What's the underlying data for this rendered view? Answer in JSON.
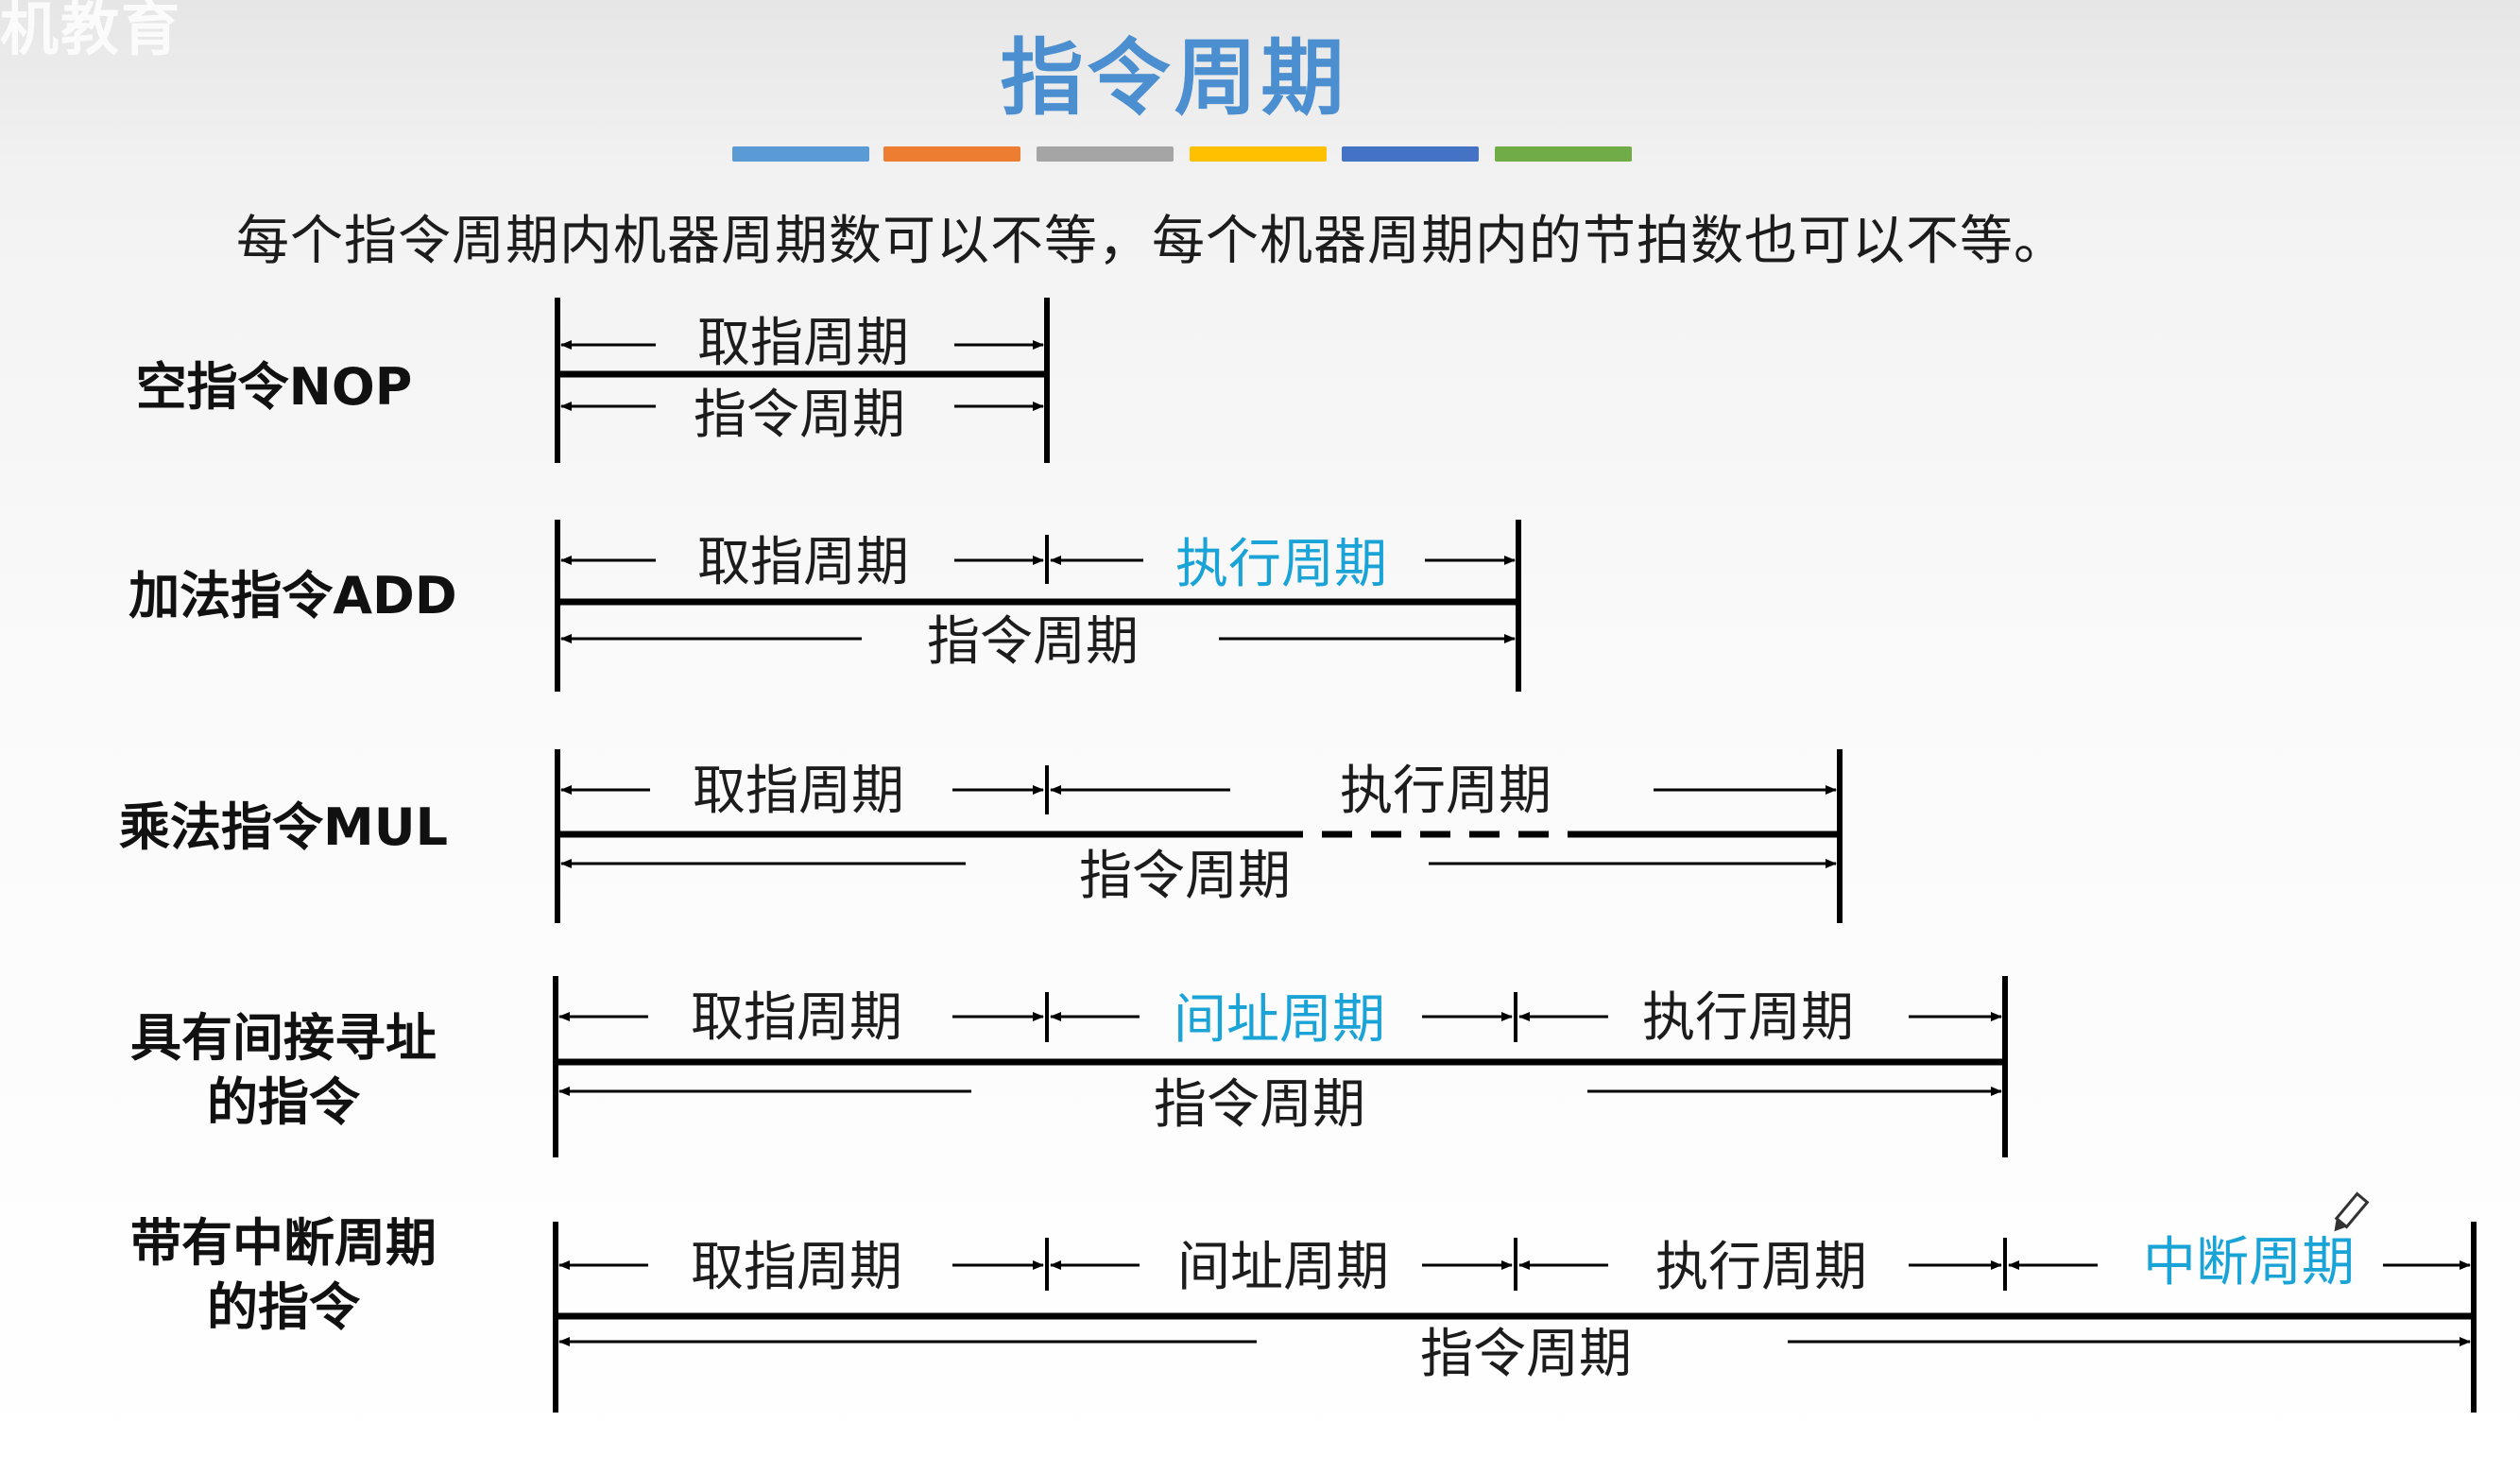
{
  "watermark": "机教育",
  "title": "指令周期",
  "accent_bars": [
    "#5b9bd5",
    "#ed7d31",
    "#a5a5a5",
    "#ffc000",
    "#4472c4",
    "#70ad47"
  ],
  "subtitle": "每个指令周期内机器周期数可以不等，每个机器周期内的节拍数也可以不等。",
  "rows": [
    {
      "label": "空指令NOP",
      "segments": [
        "取指周期"
      ],
      "total": "指令周期"
    },
    {
      "label": "加法指令ADD",
      "segments": [
        "取指周期",
        "执行周期"
      ],
      "total": "指令周期"
    },
    {
      "label": "乘法指令MUL",
      "segments": [
        "取指周期",
        "执行周期"
      ],
      "total": "指令周期"
    },
    {
      "label": "具有间接寻址的指令",
      "label_lines": [
        "具有间接寻址",
        "的指令"
      ],
      "segments": [
        "取指周期",
        "间址周期",
        "执行周期"
      ],
      "total": "指令周期"
    },
    {
      "label": "带有中断周期的指令",
      "label_lines": [
        "带有中断周期",
        "的指令"
      ],
      "segments": [
        "取指周期",
        "间址周期",
        "执行周期",
        "中断周期"
      ],
      "total": "指令周期"
    }
  ],
  "colors": {
    "line": "#000000",
    "highlight": "#1aa3d6",
    "text": "#1c1c1c"
  }
}
